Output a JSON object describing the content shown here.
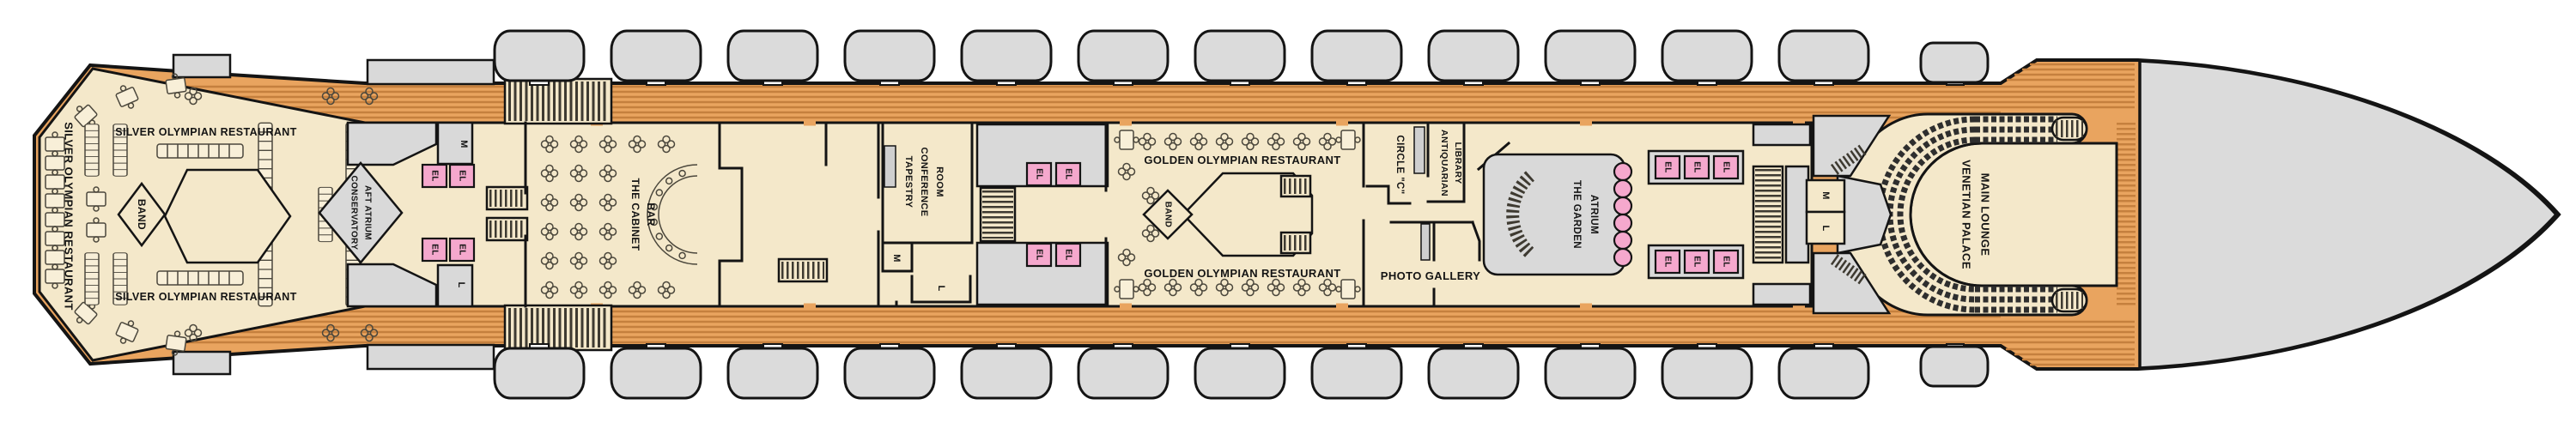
{
  "deck_plan": {
    "labels": {
      "silver_olympian": "SILVER OLYMPIAN RESTAURANT",
      "golden_olympian": "GOLDEN OLYMPIAN RESTAURANT",
      "band": "BAND",
      "conservatory": [
        "CONSERVATORY",
        "AFT ATRIUM"
      ],
      "cabinet_bar": [
        "THE CABINET",
        "BAR"
      ],
      "tapestry_conference": [
        "TAPESTRY",
        "CONFERENCE",
        "ROOM"
      ],
      "circle_c": "CIRCLE \"C\"",
      "antiquarian_library": [
        "ANTIQUARIAN",
        "LIBRARY"
      ],
      "photo_gallery": "PHOTO GALLERY",
      "garden_atrium": [
        "THE GARDEN",
        "ATRIUM"
      ],
      "venetian_palace": [
        "VENETIAN PALACE",
        "MAIN LOUNGE"
      ],
      "elevator": "EL",
      "restroom_men": "M",
      "restroom_ladies": "L"
    },
    "colors": {
      "deck_wood": "#E9A45F",
      "deck_stripe": "#C5803E",
      "interior_cream": "#F4E8CA",
      "steel_gray": "#DBDBDB",
      "elevator_pink": "#F5A8CD",
      "line_black": "#141414",
      "background": "#FFFFFF"
    }
  }
}
